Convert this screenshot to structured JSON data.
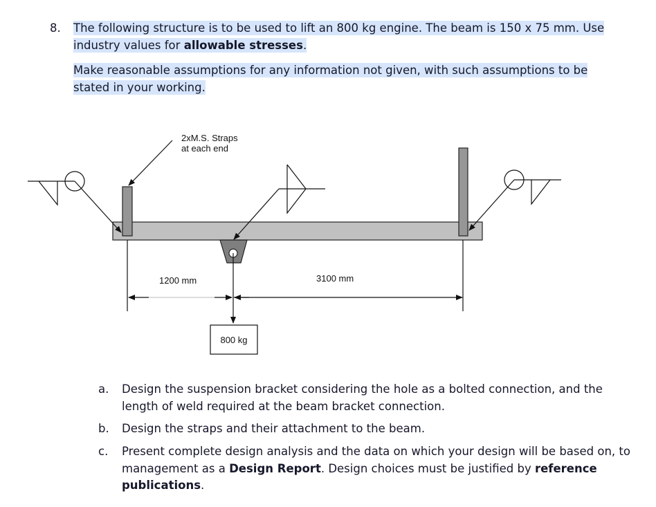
{
  "question": {
    "number": "8.",
    "paragraphs": [
      {
        "text_before": "The following structure is to be used to lift an 800 kg engine. The beam is 150 x 75 mm. Use industry values for ",
        "bold": "allowable stresses",
        "text_after": "."
      },
      {
        "text": "Make reasonable assumptions for any information not given, with such assumptions to be stated in your working."
      }
    ],
    "highlight_color": "#d6e5fb"
  },
  "diagram": {
    "strap_label_line1": "2xM.S. Straps",
    "strap_label_line2": "at each end",
    "dim_left": "1200 mm",
    "dim_right": "3100 mm",
    "load_label": "800 kg",
    "colors": {
      "beam": "#c0c0c0",
      "strap": "#969696",
      "bracket": "#7f7f7f",
      "line": "#111111"
    },
    "symbols": [
      "fillet-weld-all-around-left",
      "double-fillet-weld-center",
      "fillet-weld-all-around-right"
    ]
  },
  "subquestions": [
    {
      "marker": "a.",
      "text": "Design the suspension bracket considering the hole as a bolted connection, and the length of weld required at the beam bracket connection."
    },
    {
      "marker": "b.",
      "text": "Design the straps and their attachment to the beam."
    },
    {
      "marker": "c.",
      "text_before": "Present complete design analysis and the data on which your design will be based on, to management as a ",
      "bold1": "Design Report",
      "text_middle": ". Design choices must be justified by ",
      "bold2": "reference publications",
      "text_after": "."
    }
  ]
}
